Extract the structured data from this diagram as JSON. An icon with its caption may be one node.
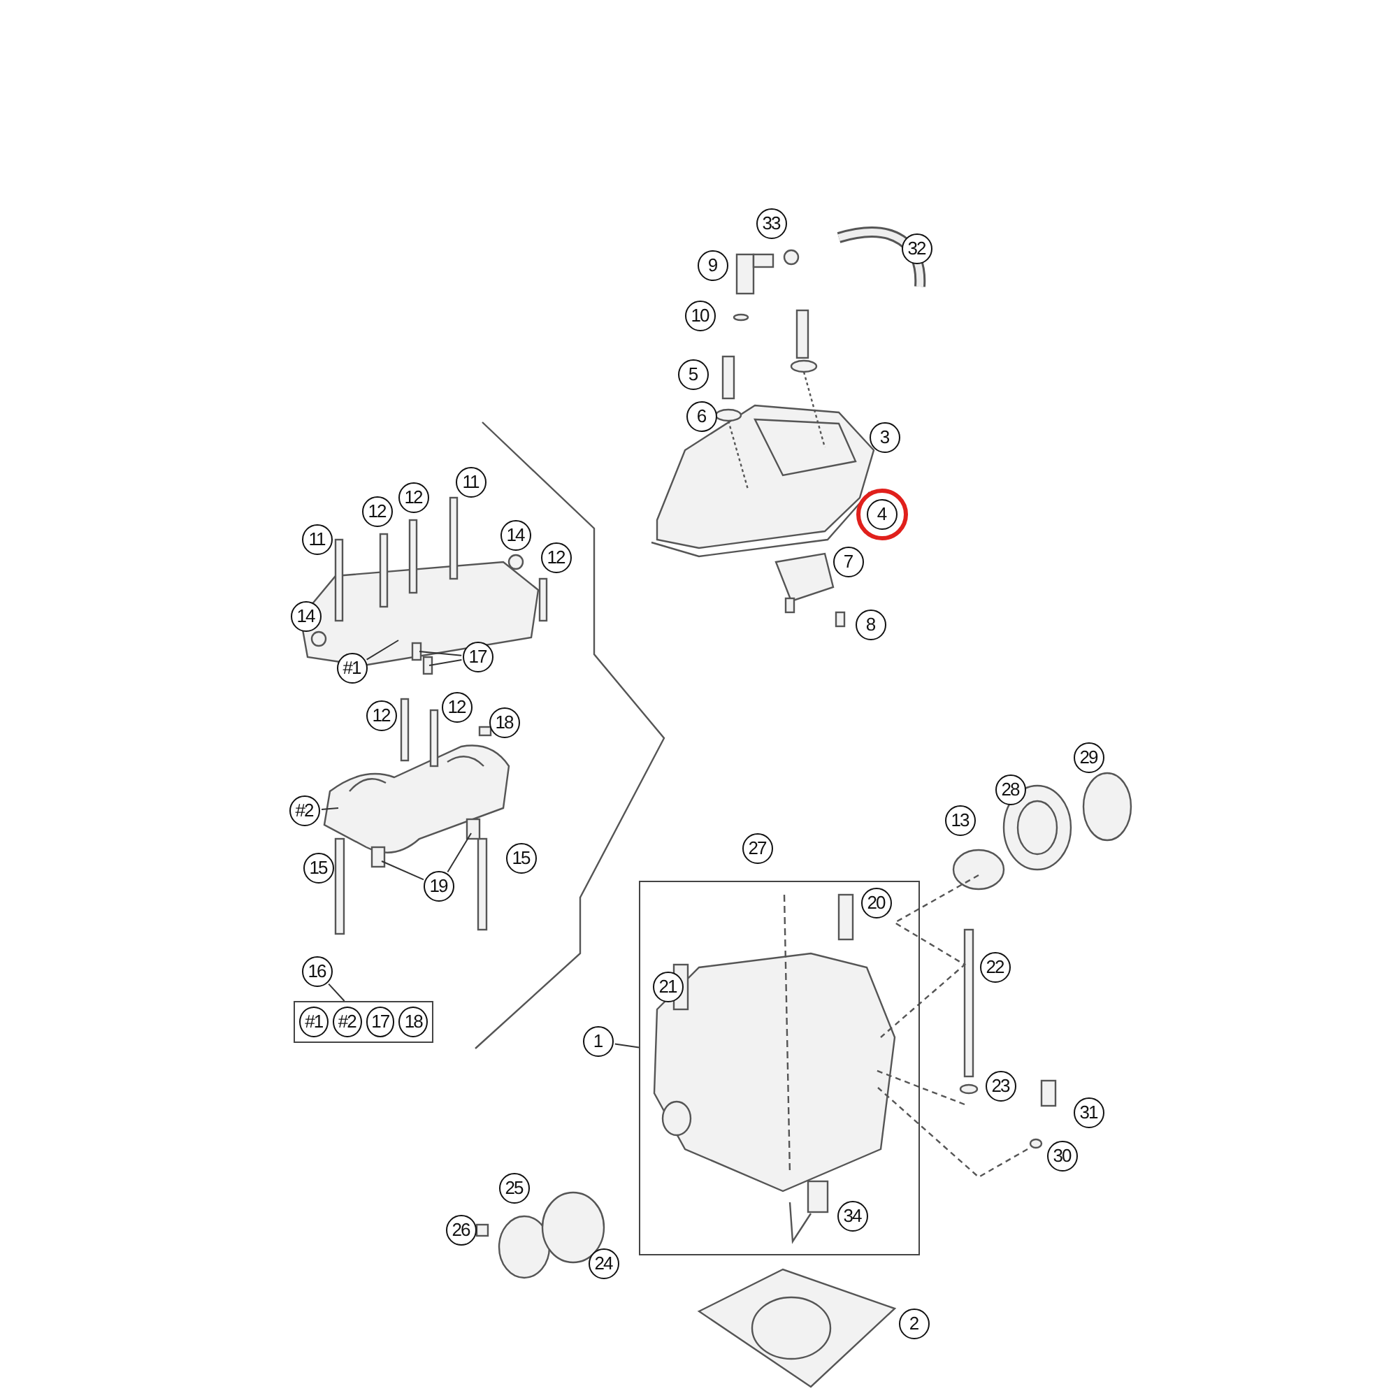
{
  "diagram": {
    "nodes": [
      {
        "text": [
          "33"
        ]
      },
      {
        "text": [
          "32"
        ]
      },
      {
        "text": [
          "9"
        ]
      },
      {
        "text": [
          "10"
        ]
      },
      {
        "text": [
          "5"
        ]
      },
      {
        "text": [
          "6"
        ]
      },
      {
        "text": [
          "3"
        ]
      },
      {
        "text": [
          "11"
        ]
      },
      {
        "text": [
          "12"
        ]
      },
      {
        "text": [
          "12"
        ]
      },
      {
        "text": [
          "4"
        ]
      },
      {
        "text": [
          "14"
        ]
      },
      {
        "text": [
          "11"
        ]
      },
      {
        "text": [
          "12"
        ]
      },
      {
        "text": [
          "7"
        ]
      },
      {
        "text": [
          "14"
        ]
      },
      {
        "text": [
          "8"
        ]
      },
      {
        "text": [
          "17"
        ]
      },
      {
        "text": [
          "#1"
        ]
      },
      {
        "text": [
          "12"
        ]
      },
      {
        "text": [
          "12"
        ]
      },
      {
        "text": [
          "18"
        ]
      },
      {
        "text": [
          "29"
        ]
      },
      {
        "text": [
          "28"
        ]
      },
      {
        "text": [
          "#2"
        ]
      },
      {
        "text": [
          "13"
        ]
      },
      {
        "text": [
          "27"
        ]
      },
      {
        "text": [
          "15"
        ]
      },
      {
        "text": [
          "15"
        ]
      },
      {
        "text": [
          "19"
        ]
      },
      {
        "text": [],
        "shape": "box"
      },
      {
        "text": [
          "20"
        ],
        "in": 30
      },
      {
        "text": [
          "22"
        ]
      },
      {
        "text": [
          "16"
        ]
      },
      {
        "text": [
          "#1",
          "#2",
          "17",
          "18"
        ]
      },
      {
        "text": [
          "21"
        ],
        "in": 30
      },
      {
        "text": [
          "1"
        ]
      },
      {
        "text": [
          "23"
        ]
      },
      {
        "text": [
          "31"
        ]
      },
      {
        "text": [
          "30"
        ]
      },
      {
        "text": [
          "25"
        ]
      },
      {
        "text": [
          "34"
        ],
        "in": 30
      },
      {
        "text": [
          "26"
        ]
      },
      {
        "text": [
          "24"
        ]
      },
      {
        "text": [
          "2"
        ]
      }
    ],
    "edges": [
      {
        "from": 36,
        "to": 30,
        "arrow": "none"
      },
      {
        "from": 18,
        "to": null,
        "arrow": "none"
      },
      {
        "from": 17,
        "to": null,
        "arrow": "none"
      },
      {
        "from": 17,
        "to": null,
        "arrow": "none"
      },
      {
        "from": 24,
        "to": null,
        "arrow": "none"
      },
      {
        "from": 29,
        "to": null,
        "arrow": "none"
      },
      {
        "from": 29,
        "to": null,
        "arrow": "none"
      },
      {
        "from": 33,
        "to": 34,
        "arrow": "none"
      }
    ]
  }
}
